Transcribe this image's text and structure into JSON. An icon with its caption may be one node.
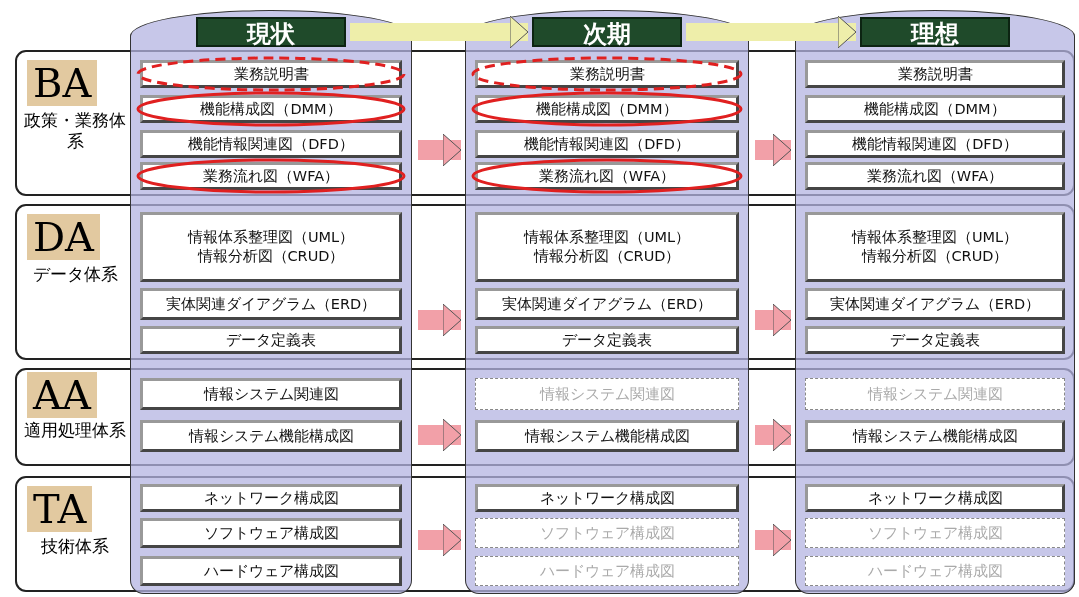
{
  "diagram": {
    "nodes": [
      {
        "text": [
          "現状"
        ]
      },
      {
        "text": [
          "次期"
        ]
      },
      {
        "text": [
          "理想"
        ]
      },
      {
        "text": [
          "BA",
          "政策・業務体系"
        ]
      },
      {
        "text": [
          "DA",
          "データ体系"
        ]
      },
      {
        "text": [
          "AA",
          "適用処理体系"
        ]
      },
      {
        "text": [
          "TA",
          "技術体系"
        ]
      },
      {
        "text": [
          "業務説明書"
        ],
        "in": 0
      },
      {
        "text": [
          "機能構成図（DMM）"
        ],
        "in": 0
      },
      {
        "text": [
          "機能情報関連図（DFD）"
        ],
        "in": 0
      },
      {
        "text": [
          "業務流れ図（WFA）"
        ],
        "in": 0
      },
      {
        "text": [
          "業務説明書"
        ],
        "in": 1
      },
      {
        "text": [
          "機能構成図（DMM）"
        ],
        "in": 1
      },
      {
        "text": [
          "機能情報関連図（DFD）"
        ],
        "in": 1
      },
      {
        "text": [
          "業務流れ図（WFA）"
        ],
        "in": 1
      },
      {
        "text": [
          "業務説明書"
        ],
        "in": 2
      },
      {
        "text": [
          "機能構成図（DMM）"
        ],
        "in": 2
      },
      {
        "text": [
          "機能情報関連図（DFD）"
        ],
        "in": 2
      },
      {
        "text": [
          "業務流れ図（WFA）"
        ],
        "in": 2
      },
      {
        "text": [
          "情報体系整理図（UML）",
          "情報分析図（CRUD）"
        ],
        "in": 0
      },
      {
        "text": [
          "実体関連ダイアグラム（ERD）"
        ],
        "in": 0
      },
      {
        "text": [
          "データ定義表"
        ],
        "in": 0
      },
      {
        "text": [
          "情報体系整理図（UML）",
          "情報分析図（CRUD）"
        ],
        "in": 1
      },
      {
        "text": [
          "実体関連ダイアグラム（ERD）"
        ],
        "in": 1
      },
      {
        "text": [
          "データ定義表"
        ],
        "in": 1
      },
      {
        "text": [
          "情報体系整理図（UML）",
          "情報分析図（CRUD）"
        ],
        "in": 2
      },
      {
        "text": [
          "実体関連ダイアグラム（ERD）"
        ],
        "in": 2
      },
      {
        "text": [
          "データ定義表"
        ],
        "in": 2
      },
      {
        "text": [
          "情報システム関連図"
        ],
        "in": 0
      },
      {
        "text": [
          "情報システム機能構成図"
        ],
        "in": 0
      },
      {
        "text": [
          "情報システム関連図"
        ],
        "in": 1
      },
      {
        "text": [
          "情報システム機能構成図"
        ],
        "in": 1
      },
      {
        "text": [
          "情報システム関連図"
        ],
        "in": 2
      },
      {
        "text": [
          "情報システム機能構成図"
        ],
        "in": 2
      },
      {
        "text": [
          "ネットワーク構成図"
        ],
        "in": 0
      },
      {
        "text": [
          "ソフトウェア構成図"
        ],
        "in": 0
      },
      {
        "text": [
          "ハードウェア構成図"
        ],
        "in": 0
      },
      {
        "text": [
          "ネットワーク構成図"
        ],
        "in": 1
      },
      {
        "text": [
          "ソフトウェア構成図"
        ],
        "in": 1
      },
      {
        "text": [
          "ハードウェア構成図"
        ],
        "in": 1
      },
      {
        "text": [
          "ネットワーク構成図"
        ],
        "in": 2
      },
      {
        "text": [
          "ソフトウェア構成図"
        ],
        "in": 2
      },
      {
        "text": [
          "ハードウェア構成図"
        ],
        "in": 2
      }
    ],
    "edges": [
      {
        "from": 0,
        "to": 1,
        "arrow": "to",
        "color": "#eeeeaa"
      },
      {
        "from": 1,
        "to": 2,
        "arrow": "to",
        "color": "#eeeeaa"
      },
      {
        "from": 0,
        "to": 1,
        "arrow": "to"
      },
      {
        "from": 1,
        "to": 2,
        "arrow": "to"
      },
      {
        "from": 0,
        "to": 1,
        "arrow": "to"
      },
      {
        "from": 1,
        "to": 2,
        "arrow": "to"
      },
      {
        "from": 0,
        "to": 1,
        "arrow": "to"
      },
      {
        "from": 1,
        "to": 2,
        "arrow": "to"
      },
      {
        "from": 0,
        "to": 1,
        "arrow": "to"
      },
      {
        "from": 1,
        "to": 2,
        "arrow": "to"
      }
    ]
  }
}
